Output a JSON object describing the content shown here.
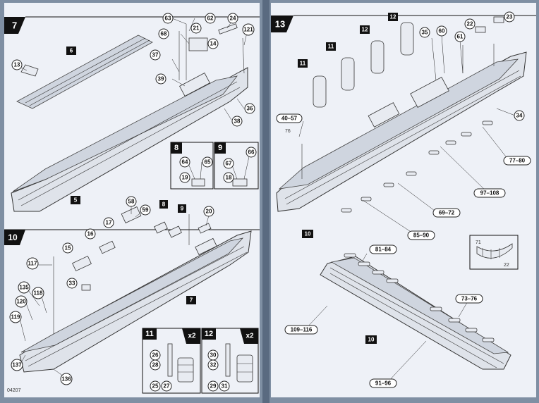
{
  "left_page": {
    "steps": [
      {
        "number": "7"
      },
      {
        "number": "8"
      },
      {
        "number": "9"
      },
      {
        "number": "10"
      },
      {
        "number": "11",
        "multiplier": "x2"
      },
      {
        "number": "12",
        "multiplier": "x2"
      }
    ],
    "flags": {
      "f6": "6",
      "f5": "5",
      "f7": "7",
      "f8": "8",
      "f9": "9"
    },
    "callouts": {
      "c63": "63",
      "c62": "62",
      "c24": "24",
      "c21": "21",
      "c68": "68",
      "c14": "14",
      "c121": "121",
      "c37": "37",
      "c13": "13",
      "c39": "39",
      "c36": "36",
      "c38": "38",
      "c64": "64",
      "c65": "65",
      "c19": "19",
      "c66": "66",
      "c67": "67",
      "c18": "18",
      "c58": "58",
      "c59": "59",
      "c20": "20",
      "c17": "17",
      "c16": "16",
      "c15": "15",
      "c117": "117",
      "c33": "33",
      "c135": "135",
      "c118": "118",
      "c120": "120",
      "c119": "119",
      "c137": "137",
      "c136": "136",
      "c26": "26",
      "c28": "28",
      "c25": "25",
      "c27": "27",
      "c30": "30",
      "c32": "32",
      "c29": "29",
      "c31": "31"
    },
    "page_code": "04207"
  },
  "right_page": {
    "steps": [
      {
        "number": "13"
      }
    ],
    "flags": {
      "f11a": "11",
      "f11b": "11",
      "f12a": "12",
      "f12b": "12",
      "f10a": "10",
      "f10b": "10"
    },
    "callouts": {
      "c35": "35",
      "c60": "60",
      "c22": "22",
      "c23": "23",
      "c61": "61",
      "c40_57": "40–57",
      "c34": "34",
      "c77_80": "77–80",
      "c97_108": "97–108",
      "c69_72": "69–72",
      "c85_90": "85–90",
      "c81_84": "81–84",
      "c73_76": "73–76",
      "c109_116": "109–116",
      "c91_96": "91–96"
    },
    "side_label": "76",
    "inset": {
      "label_71": "71",
      "label_22": "22"
    }
  }
}
